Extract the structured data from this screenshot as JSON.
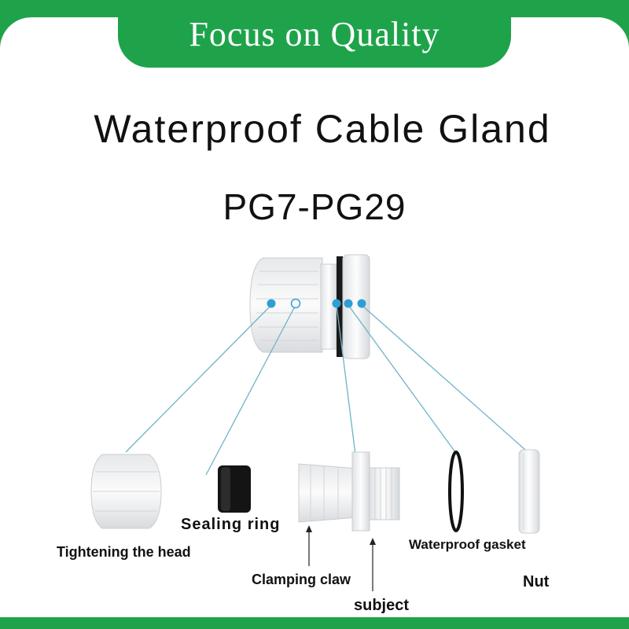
{
  "banner": {
    "text": "Focus on Quality"
  },
  "product": {
    "title": "Waterproof Cable Gland",
    "model_range": "PG7-PG29"
  },
  "parts": [
    {
      "label": "Tightening the head"
    },
    {
      "label": "Sealing ring"
    },
    {
      "label": "Clamping claw"
    },
    {
      "label": "subject"
    },
    {
      "label": "Waterproof gasket"
    },
    {
      "label": "Nut"
    }
  ],
  "colors": {
    "brand_green": "#1fa34a",
    "callout_line": "#6fb3c8",
    "dot": "#2d9fd4"
  }
}
